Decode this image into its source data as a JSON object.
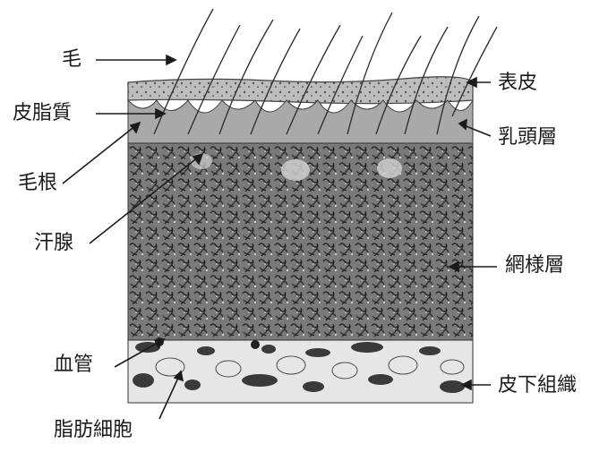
{
  "diagram": {
    "labels": {
      "hair": "毛",
      "sebaceous_gland": "皮脂質",
      "hair_root": "毛根",
      "sweat_gland": "汗腺",
      "blood_vessel": "血管",
      "fat_cells": "脂肪細胞",
      "epidermis": "表皮",
      "papillary_layer": "乳頭層",
      "reticular_layer": "網様層",
      "subcutaneous_tissue": "皮下組織"
    },
    "colors": {
      "ink": "#1b1b1b",
      "dermis": "#6a6a6a",
      "fat_blob": "#3a3a3a"
    }
  }
}
